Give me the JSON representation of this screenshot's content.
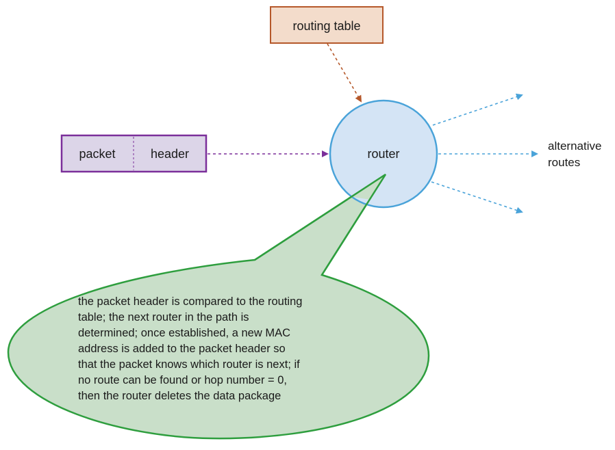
{
  "routing_table": {
    "label": "routing table"
  },
  "packet": {
    "left_label": "packet",
    "right_label": "header"
  },
  "router": {
    "label": "router"
  },
  "alternative_routes": {
    "line1": "alternative",
    "line2": "routes"
  },
  "callout": {
    "lines": [
      "the packet header is compared to the routing",
      "table; the next router in the path is",
      "determined; once established, a new MAC",
      "address is added to the packet header so",
      "that the packet knows which router is next; if",
      "no route can be found or hop number = 0,",
      "then the router deletes the data package"
    ]
  },
  "colors": {
    "routing_table_fill": "#f3dccb",
    "routing_table_stroke": "#b5582a",
    "packet_fill": "#dcd5e8",
    "packet_stroke": "#7b2f9a",
    "router_fill": "#d4e4f5",
    "router_stroke": "#4aa3d9",
    "callout_fill": "#c9dfc9",
    "callout_stroke": "#2e9e3e",
    "route_arrow": "#4aa3d9"
  }
}
